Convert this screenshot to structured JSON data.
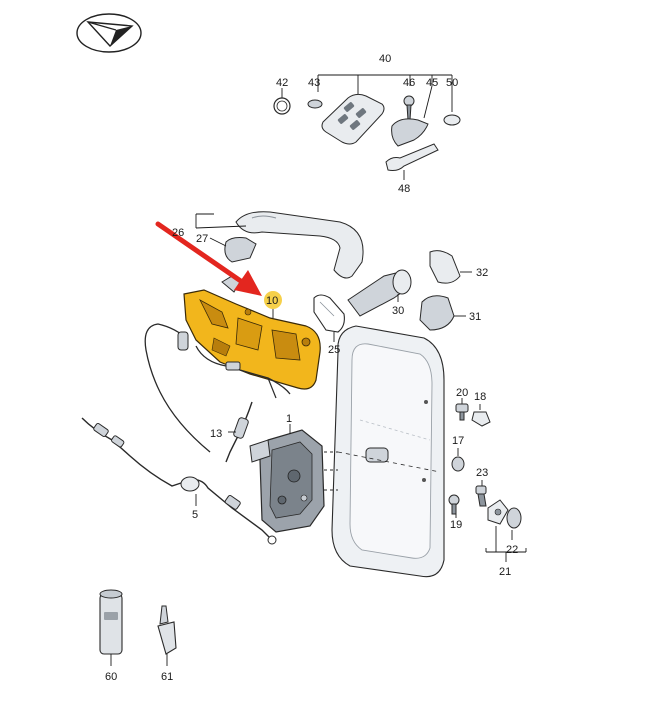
{
  "diagram": {
    "highlighted_part": "10",
    "colors": {
      "highlight_part": "#f2b61c",
      "highlight_ring": "#f6d04a",
      "arrow": "#e3261f",
      "line": "#1a1a1a"
    },
    "callouts": {
      "c1": "1",
      "c5": "5",
      "c10": "10",
      "c13": "13",
      "c17": "17",
      "c18": "18",
      "c19": "19",
      "c20": "20",
      "c21": "21",
      "c22": "22",
      "c23": "23",
      "c25": "25",
      "c26": "26",
      "c27": "27",
      "c30": "30",
      "c31": "31",
      "c32": "32",
      "c40": "40",
      "c42": "42",
      "c43": "43",
      "c45": "45",
      "c46": "46",
      "c48": "48",
      "c50": "50",
      "c60": "60",
      "c61": "61"
    }
  }
}
